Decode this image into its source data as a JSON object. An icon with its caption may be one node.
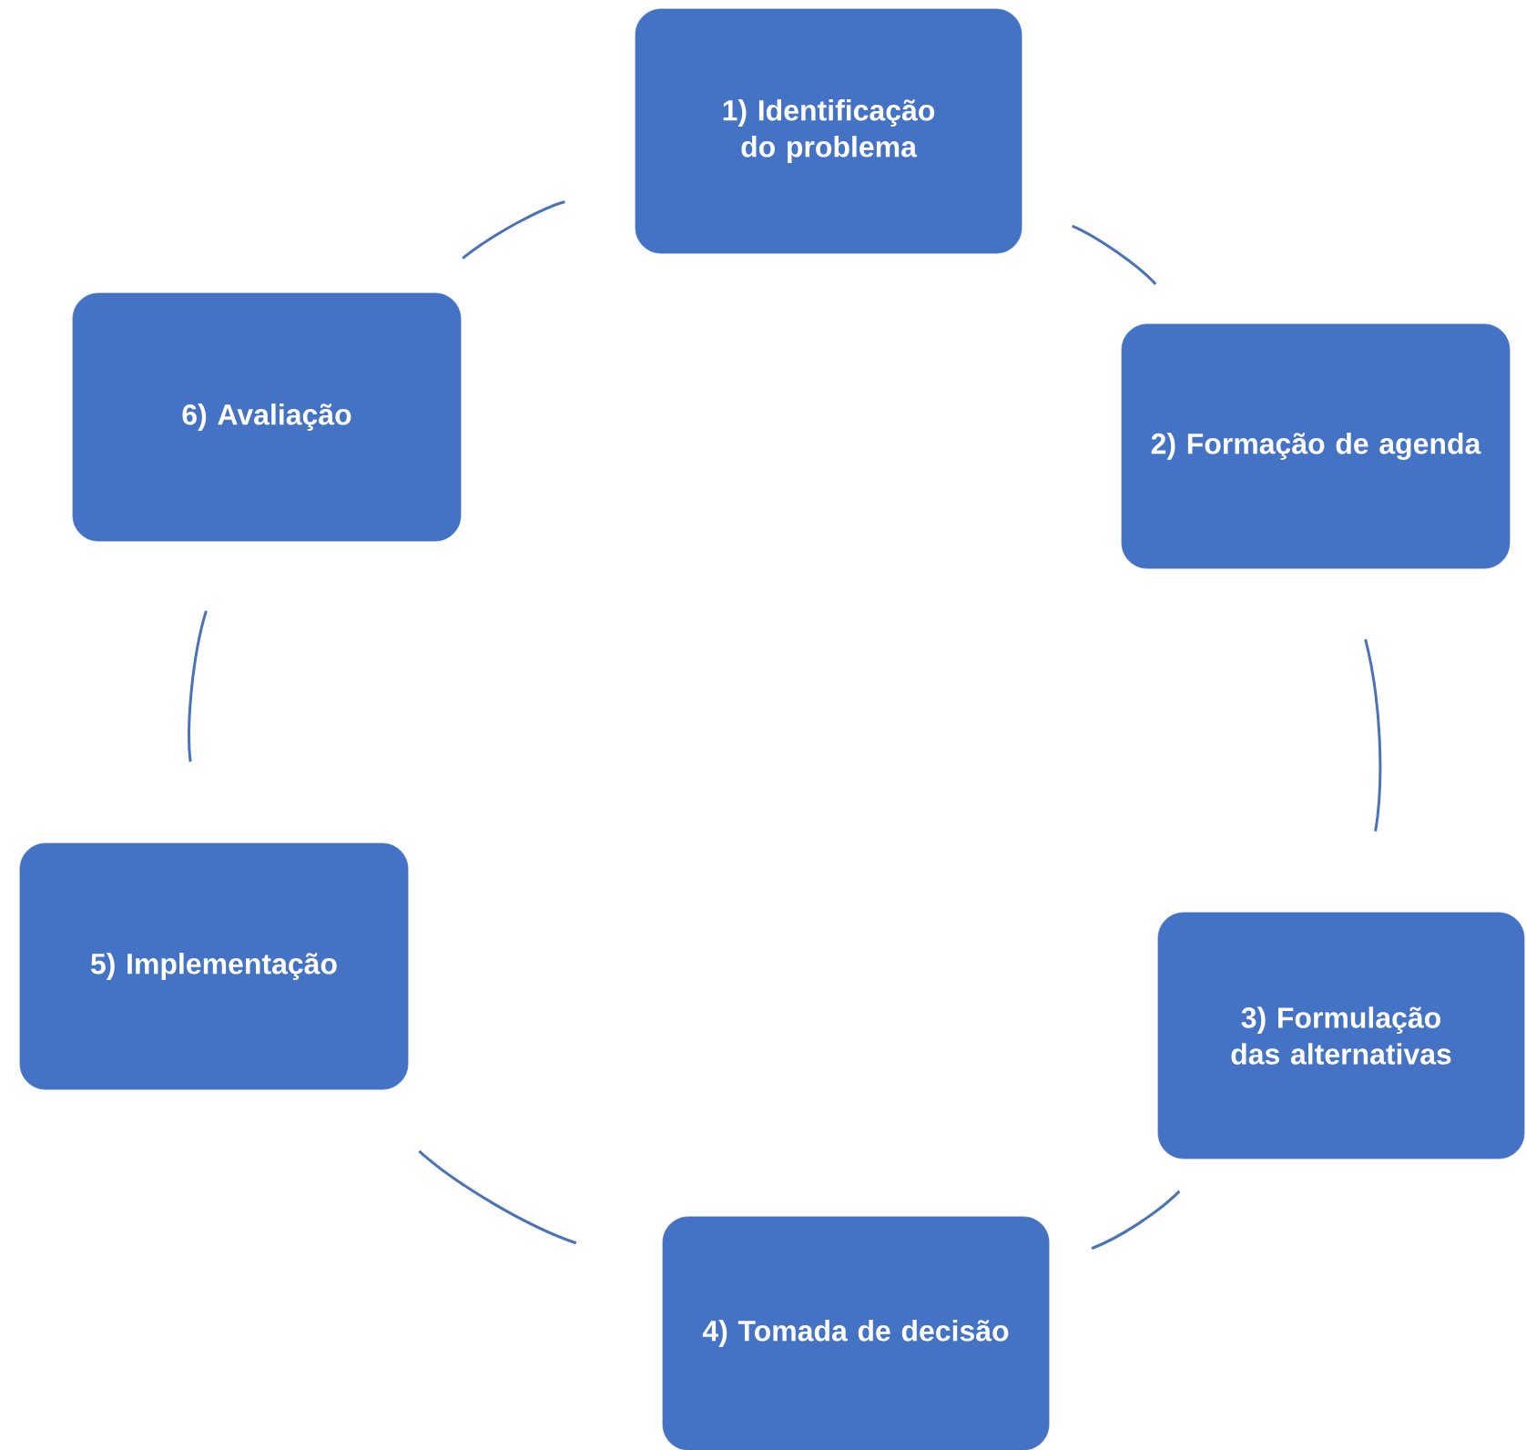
{
  "diagram": {
    "nodes": [
      {
        "text": [
          "1) Identificação do problema"
        ]
      },
      {
        "text": [
          "2) Formação de agenda"
        ]
      },
      {
        "text": [
          "3) Formulação das alternativas"
        ]
      },
      {
        "text": [
          "4) Tomada de decisão"
        ]
      },
      {
        "text": [
          "5) Implementação"
        ]
      },
      {
        "text": [
          "6) Avaliação"
        ]
      }
    ],
    "edges": [
      {
        "from": 0,
        "to": 1,
        "arrow": "none"
      },
      {
        "from": 1,
        "to": 2,
        "arrow": "none"
      },
      {
        "from": 2,
        "to": 3,
        "arrow": "none"
      },
      {
        "from": 3,
        "to": 4,
        "arrow": "none"
      },
      {
        "from": 4,
        "to": 5,
        "arrow": "none"
      },
      {
        "from": 5,
        "to": 0,
        "arrow": "none"
      }
    ]
  }
}
